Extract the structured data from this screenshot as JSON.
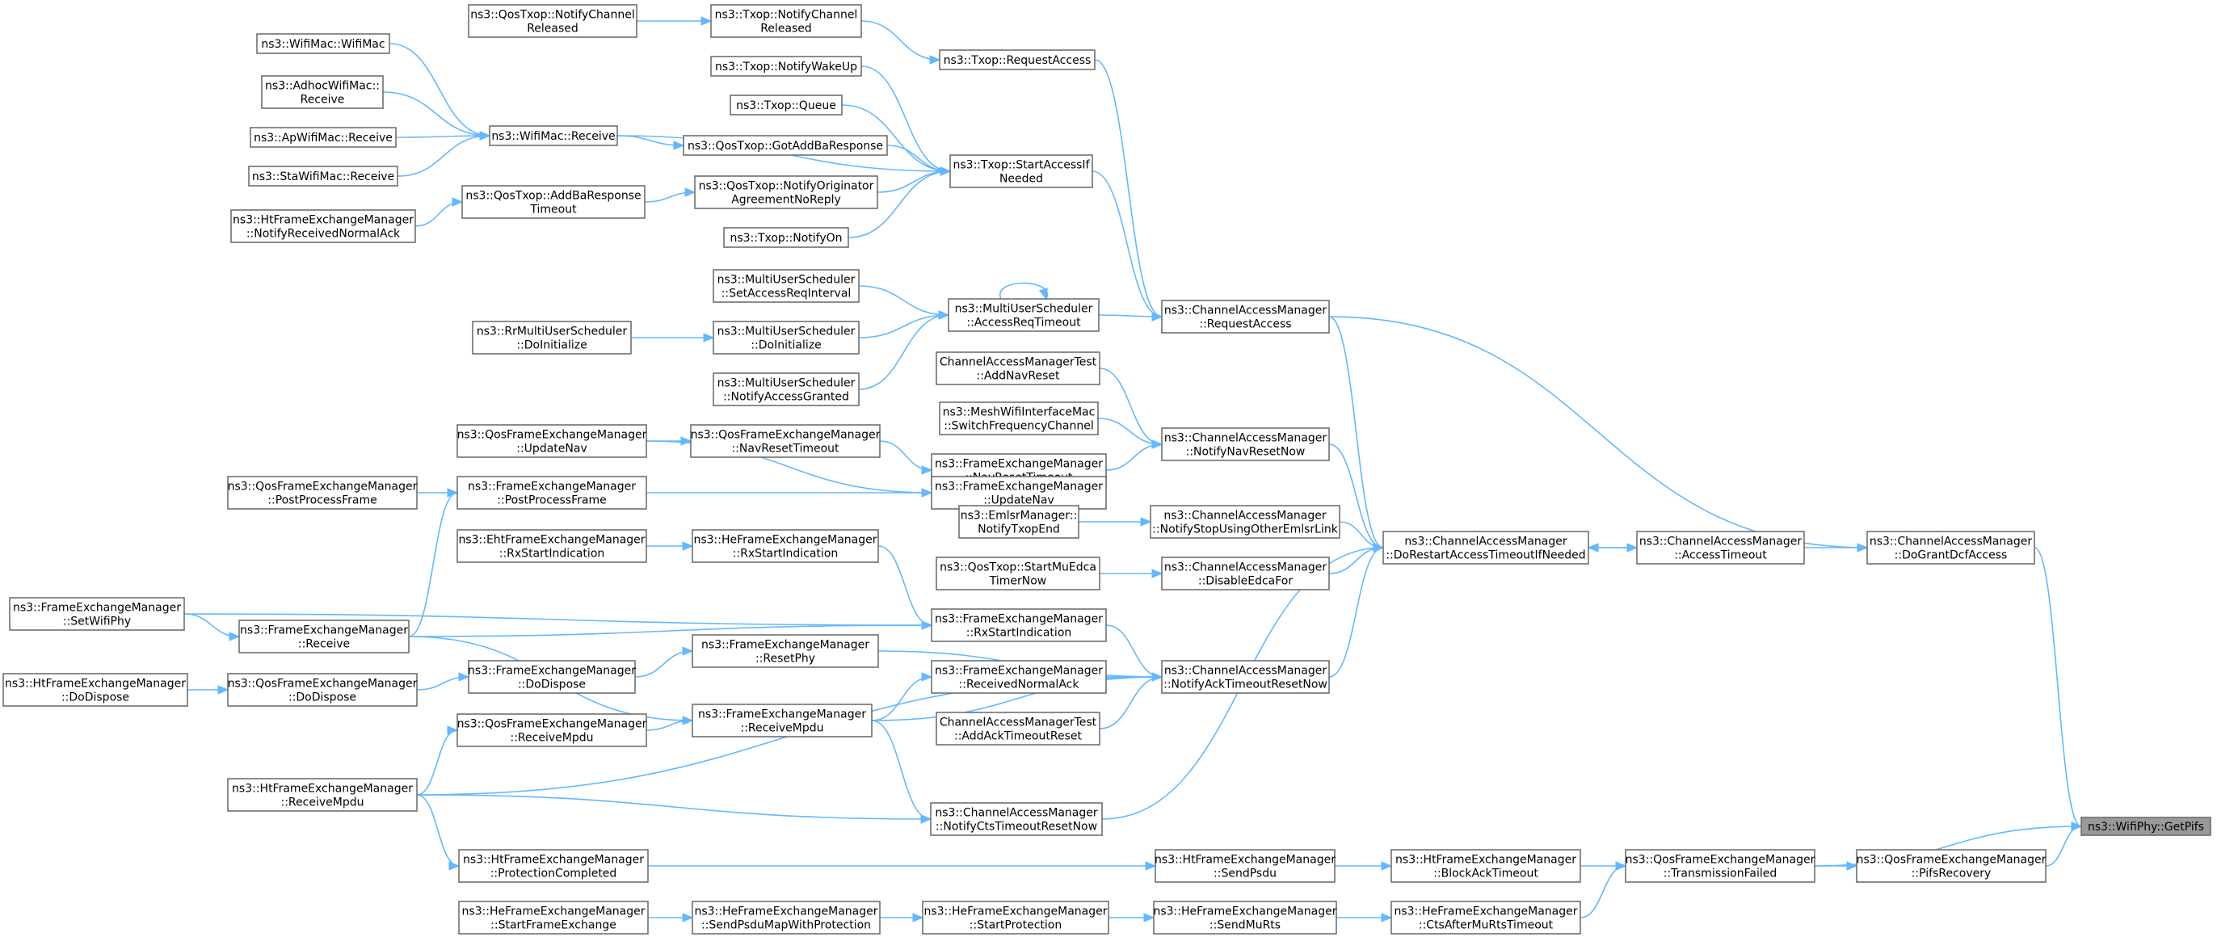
{
  "nodes": [
    {
      "id": "getpifs",
      "lines": [
        "ns3::WifiPhy::GetPifs"
      ],
      "root": true
    },
    {
      "id": "dogrant",
      "lines": [
        "ns3::ChannelAccessManager",
        "::DoGrantDcfAccess"
      ]
    },
    {
      "id": "pifsrec",
      "lines": [
        "ns3::QosFrameExchangeManager",
        "::PifsRecovery"
      ]
    },
    {
      "id": "txfailed",
      "lines": [
        "ns3::QosFrameExchangeManager",
        "::TransmissionFailed"
      ]
    },
    {
      "id": "acctimeout",
      "lines": [
        "ns3::ChannelAccessManager",
        "::AccessTimeout"
      ]
    },
    {
      "id": "dorestart",
      "lines": [
        "ns3::ChannelAccessManager",
        "::DoRestartAccessTimeoutIfNeeded"
      ]
    },
    {
      "id": "reqaccess_cam",
      "lines": [
        "ns3::ChannelAccessManager",
        "::RequestAccess"
      ]
    },
    {
      "id": "navreset_cam",
      "lines": [
        "ns3::ChannelAccessManager",
        "::NotifyNavResetNow"
      ]
    },
    {
      "id": "stopemlsr",
      "lines": [
        "ns3::ChannelAccessManager",
        "::NotifyStopUsingOtherEmlsrLink"
      ]
    },
    {
      "id": "disedca",
      "lines": [
        "ns3::ChannelAccessManager",
        "::DisableEdcaFor"
      ]
    },
    {
      "id": "acktimeout_cam",
      "lines": [
        "ns3::ChannelAccessManager",
        "::NotifyAckTimeoutResetNow"
      ]
    },
    {
      "id": "ctstimeout_cam",
      "lines": [
        "ns3::ChannelAccessManager",
        "::NotifyCtsTimeoutResetNow"
      ]
    },
    {
      "id": "blockack",
      "lines": [
        "ns3::HtFrameExchangeManager",
        "::BlockAckTimeout"
      ]
    },
    {
      "id": "ctsmurts",
      "lines": [
        "ns3::HeFrameExchangeManager",
        "::CtsAfterMuRtsTimeout"
      ]
    },
    {
      "id": "sendpsdu",
      "lines": [
        "ns3::HtFrameExchangeManager",
        "::SendPsdu"
      ]
    },
    {
      "id": "sendmurts",
      "lines": [
        "ns3::HeFrameExchangeManager",
        "::SendMuRts"
      ]
    },
    {
      "id": "protcompl",
      "lines": [
        "ns3::HtFrameExchangeManager",
        "::ProtectionCompleted"
      ]
    },
    {
      "id": "startprot",
      "lines": [
        "ns3::HeFrameExchangeManager",
        "::StartProtection"
      ]
    },
    {
      "id": "sendpsdumap",
      "lines": [
        "ns3::HeFrameExchangeManager",
        "::SendPsduMapWithProtection"
      ]
    },
    {
      "id": "startfe",
      "lines": [
        "ns3::HeFrameExchangeManager",
        "::StartFrameExchange"
      ]
    },
    {
      "id": "txop_reqaccess",
      "lines": [
        "ns3::Txop::RequestAccess"
      ]
    },
    {
      "id": "txop_notifychrel",
      "lines": [
        "ns3::Txop::NotifyChannel",
        "Released"
      ]
    },
    {
      "id": "qos_notifychrel",
      "lines": [
        "ns3::QosTxop::NotifyChannel",
        "Released"
      ]
    },
    {
      "id": "startaccess",
      "lines": [
        "ns3::Txop::StartAccessIf",
        "Needed"
      ]
    },
    {
      "id": "wakeup",
      "lines": [
        "ns3::Txop::NotifyWakeUp"
      ]
    },
    {
      "id": "queue",
      "lines": [
        "ns3::Txop::Queue"
      ]
    },
    {
      "id": "gotaddba",
      "lines": [
        "ns3::QosTxop::GotAddBaResponse"
      ]
    },
    {
      "id": "notifyorig",
      "lines": [
        "ns3::QosTxop::NotifyOriginator",
        "AgreementNoReply"
      ]
    },
    {
      "id": "notifyon",
      "lines": [
        "ns3::Txop::NotifyOn"
      ]
    },
    {
      "id": "macreceive",
      "lines": [
        "ns3::WifiMac::Receive"
      ]
    },
    {
      "id": "macwifimac",
      "lines": [
        "ns3::WifiMac::WifiMac"
      ]
    },
    {
      "id": "adhocrecv",
      "lines": [
        "ns3::AdhocWifiMac::",
        "Receive"
      ]
    },
    {
      "id": "aprecv",
      "lines": [
        "ns3::ApWifiMac::Receive"
      ]
    },
    {
      "id": "starecv",
      "lines": [
        "ns3::StaWifiMac::Receive"
      ]
    },
    {
      "id": "addbatimeout",
      "lines": [
        "ns3::QosTxop::AddBaResponse",
        "Timeout"
      ]
    },
    {
      "id": "htnotifyack",
      "lines": [
        "ns3::HtFrameExchangeManager",
        "::NotifyReceivedNormalAck"
      ]
    },
    {
      "id": "accreqtimeout",
      "lines": [
        "ns3::MultiUserScheduler",
        "::AccessReqTimeout"
      ]
    },
    {
      "id": "setaccreq",
      "lines": [
        "ns3::MultiUserScheduler",
        "::SetAccessReqInterval"
      ]
    },
    {
      "id": "mus_doinit",
      "lines": [
        "ns3::MultiUserScheduler",
        "::DoInitialize"
      ]
    },
    {
      "id": "notifyaccgr",
      "lines": [
        "ns3::MultiUserScheduler",
        "::NotifyAccessGranted"
      ]
    },
    {
      "id": "rr_doinit",
      "lines": [
        "ns3::RrMultiUserScheduler",
        "::DoInitialize"
      ]
    },
    {
      "id": "camt_addnav",
      "lines": [
        "ChannelAccessManagerTest",
        "::AddNavReset"
      ]
    },
    {
      "id": "mesh_switch",
      "lines": [
        "ns3::MeshWifiInterfaceMac",
        "::SwitchFrequencyChannel"
      ]
    },
    {
      "id": "fem_navtimeout",
      "lines": [
        "ns3::FrameExchangeManager",
        "::NavResetTimeout"
      ]
    },
    {
      "id": "fem_updatenav",
      "lines": [
        "ns3::FrameExchangeManager",
        "::UpdateNav"
      ]
    },
    {
      "id": "qfem_navtimeout",
      "lines": [
        "ns3::QosFrameExchangeManager",
        "::NavResetTimeout"
      ]
    },
    {
      "id": "qfem_updatenav",
      "lines": [
        "ns3::QosFrameExchangeManager",
        "::UpdateNav"
      ]
    },
    {
      "id": "fem_postproc",
      "lines": [
        "ns3::FrameExchangeManager",
        "::PostProcessFrame"
      ]
    },
    {
      "id": "qfem_postproc",
      "lines": [
        "ns3::QosFrameExchangeManager",
        "::PostProcessFrame"
      ]
    },
    {
      "id": "emlsr_txopend",
      "lines": [
        "ns3::EmlsrManager::",
        "NotifyTxopEnd"
      ]
    },
    {
      "id": "startmuedca",
      "lines": [
        "ns3::QosTxop::StartMuEdca",
        "TimerNow"
      ]
    },
    {
      "id": "he_rxstart",
      "lines": [
        "ns3::HeFrameExchangeManager",
        "::RxStartIndication"
      ]
    },
    {
      "id": "eht_rxstart",
      "lines": [
        "ns3::EhtFrameExchangeManager",
        "::RxStartIndication"
      ]
    },
    {
      "id": "fem_rxstart",
      "lines": [
        "ns3::FrameExchangeManager",
        "::RxStartIndication"
      ]
    },
    {
      "id": "fem_setphy",
      "lines": [
        "ns3::FrameExchangeManager",
        "::SetWifiPhy"
      ]
    },
    {
      "id": "fem_receive",
      "lines": [
        "ns3::FrameExchangeManager",
        "::Receive"
      ]
    },
    {
      "id": "fem_resetphy",
      "lines": [
        "ns3::FrameExchangeManager",
        "::ResetPhy"
      ]
    },
    {
      "id": "fem_dodispose",
      "lines": [
        "ns3::FrameExchangeManager",
        "::DoDispose"
      ]
    },
    {
      "id": "qfem_dodispose",
      "lines": [
        "ns3::QosFrameExchangeManager",
        "::DoDispose"
      ]
    },
    {
      "id": "htfem_dodispose",
      "lines": [
        "ns3::HtFrameExchangeManager",
        "::DoDispose"
      ]
    },
    {
      "id": "fem_recvnormack",
      "lines": [
        "ns3::FrameExchangeManager",
        "::ReceivedNormalAck"
      ]
    },
    {
      "id": "camt_addack",
      "lines": [
        "ChannelAccessManagerTest",
        "::AddAckTimeoutReset"
      ]
    },
    {
      "id": "fem_recvmpdu",
      "lines": [
        "ns3::FrameExchangeManager",
        "::ReceiveMpdu"
      ]
    },
    {
      "id": "qfem_recvmpdu",
      "lines": [
        "ns3::QosFrameExchangeManager",
        "::ReceiveMpdu"
      ]
    },
    {
      "id": "htfem_recvmpdu",
      "lines": [
        "ns3::HtFrameExchangeManager",
        "::ReceiveMpdu"
      ]
    }
  ],
  "edges": [
    [
      "dogrant",
      "getpifs"
    ],
    [
      "pifsrec",
      "getpifs"
    ],
    [
      "txfailed",
      "getpifs"
    ],
    [
      "acctimeout",
      "dogrant"
    ],
    [
      "reqaccess_cam",
      "dogrant"
    ],
    [
      "txfailed",
      "pifsrec"
    ],
    [
      "blockack",
      "txfailed"
    ],
    [
      "ctsmurts",
      "txfailed"
    ],
    [
      "dorestart",
      "acctimeout"
    ],
    [
      "acctimeout",
      "dorestart"
    ],
    [
      "reqaccess_cam",
      "dorestart"
    ],
    [
      "navreset_cam",
      "dorestart"
    ],
    [
      "stopemlsr",
      "dorestart"
    ],
    [
      "disedca",
      "dorestart"
    ],
    [
      "acktimeout_cam",
      "dorestart"
    ],
    [
      "ctstimeout_cam",
      "dorestart"
    ],
    [
      "txop_reqaccess",
      "reqaccess_cam"
    ],
    [
      "startaccess",
      "reqaccess_cam"
    ],
    [
      "accreqtimeout",
      "reqaccess_cam"
    ],
    [
      "txop_notifychrel",
      "txop_reqaccess"
    ],
    [
      "qos_notifychrel",
      "txop_notifychrel"
    ],
    [
      "wakeup",
      "startaccess"
    ],
    [
      "queue",
      "startaccess"
    ],
    [
      "gotaddba",
      "startaccess"
    ],
    [
      "notifyorig",
      "startaccess"
    ],
    [
      "notifyon",
      "startaccess"
    ],
    [
      "macreceive",
      "startaccess"
    ],
    [
      "macwifimac",
      "macreceive"
    ],
    [
      "adhocrecv",
      "macreceive"
    ],
    [
      "aprecv",
      "macreceive"
    ],
    [
      "starecv",
      "macreceive"
    ],
    [
      "macreceive",
      "gotaddba"
    ],
    [
      "addbatimeout",
      "notifyorig"
    ],
    [
      "htnotifyack",
      "addbatimeout"
    ],
    [
      "accreqtimeout",
      "accreqtimeout"
    ],
    [
      "setaccreq",
      "accreqtimeout"
    ],
    [
      "mus_doinit",
      "accreqtimeout"
    ],
    [
      "notifyaccgr",
      "accreqtimeout"
    ],
    [
      "rr_doinit",
      "mus_doinit"
    ],
    [
      "camt_addnav",
      "navreset_cam"
    ],
    [
      "mesh_switch",
      "navreset_cam"
    ],
    [
      "fem_navtimeout",
      "navreset_cam"
    ],
    [
      "fem_updatenav",
      "fem_navtimeout"
    ],
    [
      "qfem_navtimeout",
      "fem_navtimeout"
    ],
    [
      "qfem_updatenav",
      "qfem_navtimeout"
    ],
    [
      "qfem_updatenav",
      "fem_updatenav"
    ],
    [
      "fem_postproc",
      "fem_updatenav"
    ],
    [
      "qfem_postproc",
      "fem_postproc"
    ],
    [
      "fem_receive",
      "fem_postproc"
    ],
    [
      "emlsr_txopend",
      "stopemlsr"
    ],
    [
      "startmuedca",
      "disedca"
    ],
    [
      "fem_rxstart",
      "acktimeout_cam"
    ],
    [
      "fem_resetphy",
      "acktimeout_cam"
    ],
    [
      "fem_recvnormack",
      "acktimeout_cam"
    ],
    [
      "camt_addack",
      "acktimeout_cam"
    ],
    [
      "fem_recvmpdu",
      "acktimeout_cam"
    ],
    [
      "htfem_recvmpdu",
      "acktimeout_cam"
    ],
    [
      "he_rxstart",
      "fem_rxstart"
    ],
    [
      "eht_rxstart",
      "he_rxstart"
    ],
    [
      "fem_setphy",
      "fem_rxstart"
    ],
    [
      "fem_setphy",
      "fem_receive"
    ],
    [
      "fem_receive",
      "fem_rxstart"
    ],
    [
      "fem_dodispose",
      "fem_resetphy"
    ],
    [
      "qfem_dodispose",
      "fem_dodispose"
    ],
    [
      "htfem_dodispose",
      "qfem_dodispose"
    ],
    [
      "fem_recvmpdu",
      "fem_recvnormack"
    ],
    [
      "fem_receive",
      "fem_recvmpdu"
    ],
    [
      "qfem_recvmpdu",
      "fem_recvmpdu"
    ],
    [
      "htfem_recvmpdu",
      "qfem_recvmpdu"
    ],
    [
      "fem_recvmpdu",
      "ctstimeout_cam"
    ],
    [
      "htfem_recvmpdu",
      "ctstimeout_cam"
    ],
    [
      "protcompl",
      "sendpsdu"
    ],
    [
      "sendpsdu",
      "blockack"
    ],
    [
      "htfem_recvmpdu",
      "protcompl"
    ],
    [
      "sendmurts",
      "ctsmurts"
    ],
    [
      "startprot",
      "sendmurts"
    ],
    [
      "sendpsdumap",
      "startprot"
    ],
    [
      "startfe",
      "sendpsdumap"
    ]
  ]
}
